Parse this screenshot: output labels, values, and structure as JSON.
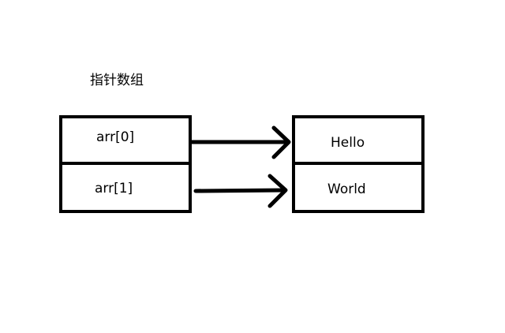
{
  "title": "指针数组",
  "pointer_array": {
    "items": [
      {
        "label": "arr[0]"
      },
      {
        "label": "arr[1]"
      }
    ]
  },
  "strings": {
    "items": [
      {
        "label": "Hello"
      },
      {
        "label": "World"
      }
    ]
  }
}
